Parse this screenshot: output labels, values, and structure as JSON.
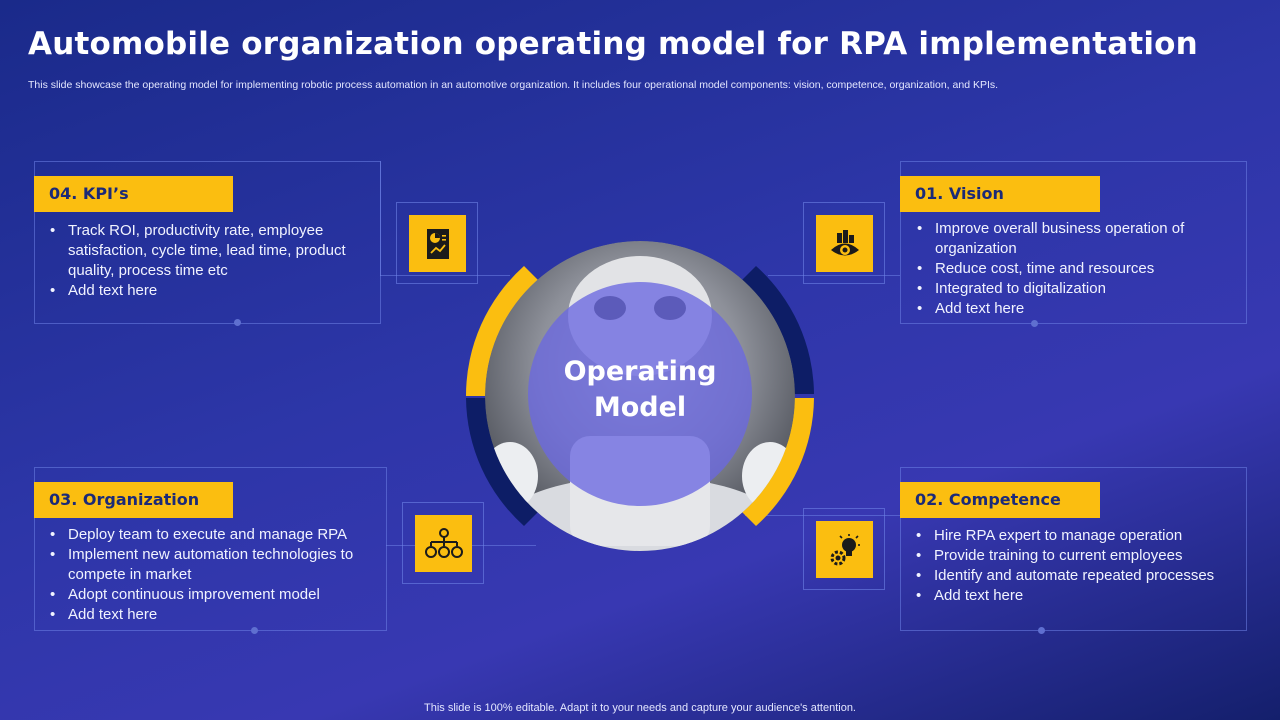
{
  "title": "Automobile organization operating model for RPA implementation",
  "subtitle": "This slide showcase the operating model for implementing robotic process automation in an automotive organization. It includes four operational model components: vision, competence, organization, and KPIs.",
  "center": {
    "label_line1": "Operating",
    "label_line2": "Model"
  },
  "kpis": {
    "heading": "04. KPI’s",
    "icon": "report-chart-icon",
    "items": [
      "Track ROI, productivity rate, employee satisfaction, cycle time, lead time, product quality, process time etc",
      "Add text here"
    ]
  },
  "vision": {
    "heading": "01. Vision",
    "icon": "vision-eye-icon",
    "items": [
      "Improve overall business operation of organization",
      "Reduce cost, time and resources",
      "Integrated to digitalization",
      "Add text here"
    ]
  },
  "organization": {
    "heading": "03. Organization",
    "icon": "org-chart-icon",
    "items": [
      "Deploy team to execute and manage RPA",
      "Implement new automation technologies to compete in market",
      "Adopt continuous improvement model",
      "Add text here"
    ]
  },
  "competence": {
    "heading": "02. Competence",
    "icon": "lightbulb-gear-icon",
    "items": [
      "Hire RPA expert to manage operation",
      "Provide training to current employees",
      "Identify and automate repeated processes",
      "Add text here"
    ]
  },
  "footer": "This slide is 100% editable. Adapt it to your needs and capture your audience's attention.",
  "colors": {
    "accent": "#fbbe10",
    "navy": "#0d1d66",
    "background": "#2d36a8"
  }
}
